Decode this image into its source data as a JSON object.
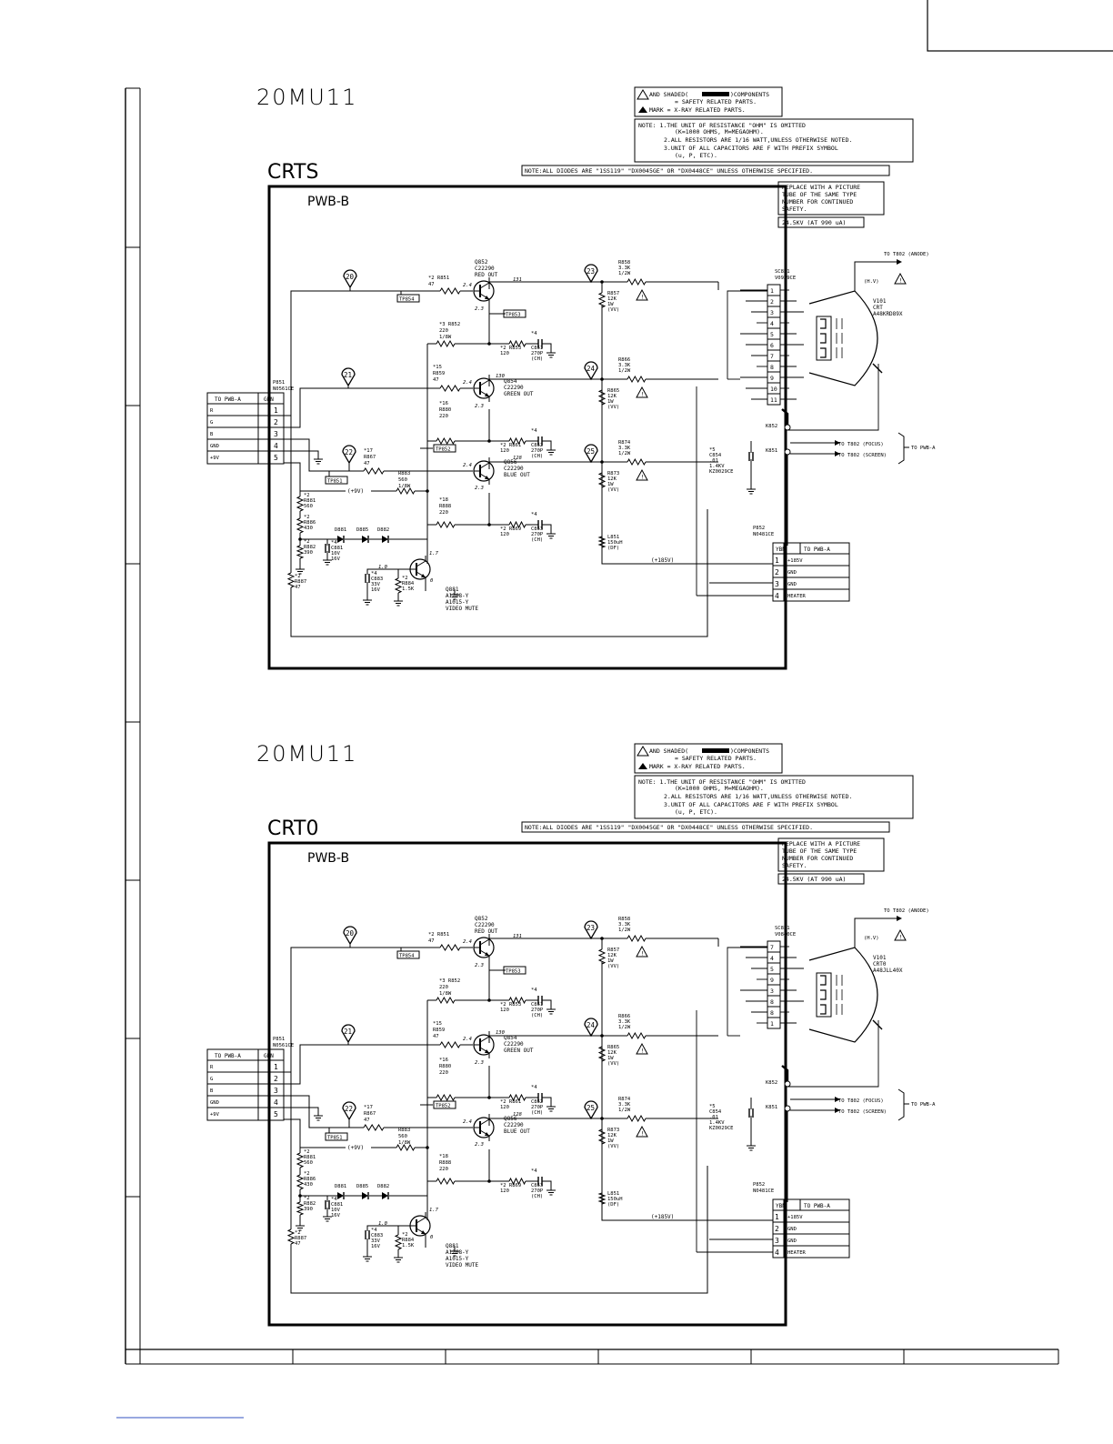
{
  "frame": {
    "footer_cells": [
      "",
      "",
      "",
      "",
      "",
      ""
    ]
  },
  "common": {
    "safety_line1": "AND SHADED(",
    "safety_line1b": ")COMPONENTS",
    "safety_line2": "= SAFETY RELATED PARTS.",
    "safety_line3": "MARK = X-RAY RELATED PARTS.",
    "note1": "NOTE: 1.THE UNIT OF RESISTANCE \"OHM\" IS OMITTED",
    "note1b": "(K=1000 OHMS, M=MEGAOHM).",
    "note2": "2.ALL RESISTORS ARE 1/16 WATT,UNLESS OTHERWISE NOTED.",
    "note3": "3.UNIT OF ALL CAPACITORS ARE F WITH PREFIX SYMBOL",
    "note3b": "(u, P, ETC).",
    "diode_note": "NOTE:ALL DIODES ARE \"1SS119\" \"DX0045GE\" OR \"DX0448CE\" UNLESS OTHERWISE SPECIFIED.",
    "replace1": "REPLACE WITH A PICTURE",
    "replace2": "TUBE OF THE SAME TYPE",
    "replace3": "NUMBER FOR CONTINUED",
    "replace4": "SAFETY.",
    "hv": "24.5KV (AT 990 uA)",
    "board": "PWB-B",
    "to_anode": "TO T802 (ANODE)",
    "to_focus": "TO T802 (FOCUS)",
    "to_screen": "TO T802 (SCREEN)",
    "to_pwb_a": "TO PWB-A",
    "hv_label": "(H.V)",
    "v101": "V101",
    "k852": "K852",
    "k851": "K851",
    "p851": [
      "P851",
      "N0561CE"
    ],
    "left_conn_header": [
      "TO PWB-A",
      "GBN"
    ],
    "left_conn_rows": [
      [
        "R",
        "1"
      ],
      [
        "G",
        "2"
      ],
      [
        "B",
        "3"
      ],
      [
        "GND",
        "4"
      ],
      [
        "+9V",
        "5"
      ]
    ],
    "p852": [
      "P852",
      "N0481CE"
    ],
    "right_conn_header": [
      "YBN",
      "TO PWB-A"
    ],
    "right_conn_rows": [
      [
        "1",
        "+185V"
      ],
      [
        "2",
        "GND"
      ],
      [
        "3",
        "GND"
      ],
      [
        "4",
        "HEATER"
      ]
    ],
    "v9": "(+9V)",
    "v185": "(+185V)",
    "tp854": "TP854",
    "tp853": "TP853",
    "tp852": "TP852",
    "tp851": "TP851",
    "wp": [
      "20",
      "21",
      "22",
      "23",
      "24",
      "25"
    ],
    "q852": [
      "Q852",
      "C22290",
      "RED OUT"
    ],
    "q854": [
      "Q854",
      "C22290",
      "GREEN OUT"
    ],
    "q856": [
      "Q856",
      "C22290",
      "BLUE OUT"
    ],
    "q881": [
      "Q881",
      "A1268-Y",
      "A1015-Y",
      "VIDEO MUTE"
    ],
    "r851": [
      "*2 R851",
      "47"
    ],
    "r852": [
      "*3 R852",
      "220",
      "1/8W"
    ],
    "r853": [
      "*2 R853",
      "120"
    ],
    "c851": [
      "*4",
      "C851",
      "270P",
      "(CH)"
    ],
    "r859": [
      "*15",
      "R859",
      "47"
    ],
    "r880": [
      "*16",
      "R880",
      "220"
    ],
    "r861": [
      "*2 R861",
      "120"
    ],
    "c852": [
      "*4",
      "C852",
      "270P",
      "(CH)"
    ],
    "r867": [
      "*17",
      "R867",
      "47"
    ],
    "r883": [
      "R883",
      "560",
      "1/8W"
    ],
    "r888": [
      "*18",
      "R888",
      "220"
    ],
    "r869": [
      "*2 R869",
      "120"
    ],
    "c853": [
      "*4",
      "C853",
      "270P",
      "(CH)"
    ],
    "r858": [
      "R858",
      "3.3K",
      "1/2W"
    ],
    "r857": [
      "R857",
      "12K",
      "1W",
      "(VV)"
    ],
    "r866": [
      "R866",
      "3.3K",
      "1/2W"
    ],
    "r865": [
      "R865",
      "12K",
      "1W",
      "(VV)"
    ],
    "r874": [
      "R874",
      "3.3K",
      "1/2W"
    ],
    "r873": [
      "R873",
      "12K",
      "1W",
      "(VV)"
    ],
    "c854": [
      "*5",
      "C854",
      ".01",
      "1.4KV",
      "KZ0029CE"
    ],
    "l851": [
      "L851",
      "150uH",
      "(DF)"
    ],
    "r881": [
      "*2",
      "R881",
      "560"
    ],
    "r886": [
      "*2",
      "R886",
      "430"
    ],
    "r882": [
      "*2",
      "R882",
      "390"
    ],
    "r887": [
      "*2",
      "R887",
      "47"
    ],
    "d881": "D881",
    "d885": "D885",
    "d882": "D882",
    "c881": [
      "*4",
      "C881",
      "10V",
      "16V"
    ],
    "c883": [
      "*4",
      "C883",
      "33V",
      "16V"
    ],
    "r884": [
      "*2",
      "R884",
      "1.5K"
    ],
    "volts": {
      "q852_b": "2.4",
      "q852_e": "2.3",
      "q852_c": "131",
      "q854_b": "2.4",
      "q854_e": "2.3",
      "q854_c": "130",
      "q856_b": "2.4",
      "q856_e": "2.3",
      "q856_c": "128",
      "q881_b": "1.0",
      "q881_e": "1.7",
      "q881_c": "0"
    }
  },
  "panels": [
    {
      "model": "20MU11",
      "chassis": "CRTS",
      "socket": [
        "SC851",
        "V0929CE"
      ],
      "socket_pins": [
        "1",
        "2",
        "3",
        "4",
        "5",
        "6",
        "7",
        "8",
        "9",
        "10",
        "11"
      ],
      "crt": [
        "V101",
        "CRT",
        "A48KRD89X"
      ]
    },
    {
      "model": "20MU11",
      "chassis": "CRT0",
      "socket": [
        "SC851",
        "V0840CE"
      ],
      "socket_pins": [
        "7",
        "4",
        "5",
        "9",
        "3",
        "8",
        "8",
        "1"
      ],
      "crt": [
        "V101",
        "CRT0",
        "A48JLL40X"
      ]
    }
  ]
}
